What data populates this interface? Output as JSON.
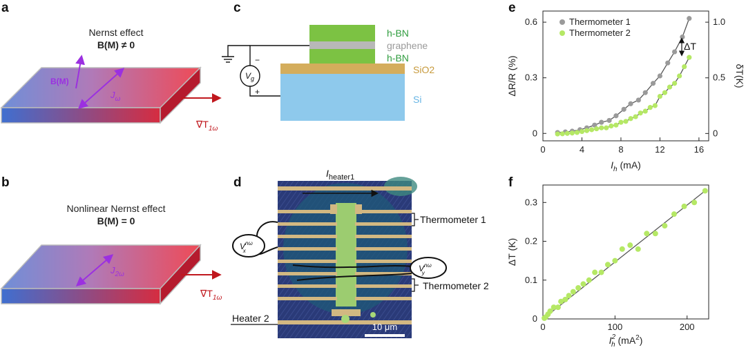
{
  "panels": {
    "a": {
      "label": "a",
      "title": "Nernst effect",
      "condition": "B(M) ≠ 0",
      "field_label": "B(M)",
      "current_label": "J",
      "current_sub": "ω",
      "gradient_label": "∇T",
      "gradient_sub": "1ω"
    },
    "b": {
      "label": "b",
      "title": "Nonlinear Nernst effect",
      "condition": "B(M) = 0",
      "current_label": "J",
      "current_sub": "2ω",
      "gradient_label": "∇T",
      "gradient_sub": "1ω"
    },
    "c": {
      "label": "c",
      "layers": [
        "h-BN",
        "graphene",
        "h-BN",
        "SiO2",
        "Si"
      ],
      "gate_label": "V",
      "gate_sub": "g",
      "minus": "−",
      "plus": "+"
    },
    "d": {
      "label": "d",
      "heater_current": "I",
      "heater_sub": "heater1",
      "thermometer1": "Thermometer 1",
      "thermometer2": "Thermometer 2",
      "heater2": "Heater 2",
      "scale_bar": "10 μm",
      "vx_label": "V",
      "vx_sub": "x",
      "vx_sup": "nω",
      "vy_label": "V",
      "vy_sub": "y",
      "vy_sup": "nω"
    }
  },
  "colors": {
    "gray_series": "#9a9a9a",
    "green_series": "#b5e865",
    "fit_line": "#555555",
    "hbn": "#7cc243",
    "graphene": "#b8b8b8",
    "sio2": "#d4ad5c",
    "si": "#8ec9ec",
    "arrow_red": "#c0171d",
    "arrow_purple": "#9b30e0"
  },
  "chart_data": [
    {
      "panel": "e",
      "type": "scatter",
      "xlabel": "I_h (mA)",
      "ylabel": "ΔR/R (%)",
      "y2label": "δT(K)",
      "xlim": [
        0,
        17
      ],
      "ylim": [
        -0.04,
        0.66
      ],
      "y2lim": [
        -0.066,
        1.1
      ],
      "xticks": [
        0,
        4,
        8,
        12,
        16
      ],
      "yticks": [
        0,
        0.3,
        0.6
      ],
      "y2ticks": [
        0,
        0.5,
        1.0
      ],
      "legend_position": "top-left",
      "annotation": "ΔT",
      "series": [
        {
          "name": "Thermometer 1",
          "color": "#9a9a9a",
          "x": [
            1.5,
            2.3,
            3.0,
            3.8,
            4.5,
            5.3,
            6.0,
            6.8,
            7.5,
            8.3,
            9.0,
            9.8,
            10.5,
            11.3,
            12.0,
            12.8,
            13.5,
            14.3,
            15.0
          ],
          "y": [
            0.005,
            0.008,
            0.012,
            0.02,
            0.03,
            0.045,
            0.06,
            0.07,
            0.095,
            0.13,
            0.16,
            0.18,
            0.22,
            0.27,
            0.31,
            0.38,
            0.44,
            0.52,
            0.62
          ]
        },
        {
          "name": "Thermometer 2",
          "color": "#b5e865",
          "x": [
            1.5,
            2.0,
            2.5,
            3.0,
            3.5,
            4.0,
            4.5,
            5.0,
            5.5,
            6.0,
            6.5,
            7.0,
            7.5,
            8.0,
            8.5,
            9.0,
            9.5,
            10.0,
            10.5,
            11.0,
            11.5,
            12.0,
            12.5,
            13.0,
            13.5,
            14.0,
            14.5,
            15.0
          ],
          "y": [
            -0.003,
            -0.002,
            0.0,
            0.002,
            0.005,
            0.01,
            0.015,
            0.02,
            0.025,
            0.03,
            0.03,
            0.04,
            0.045,
            0.06,
            0.065,
            0.08,
            0.09,
            0.11,
            0.12,
            0.14,
            0.15,
            0.2,
            0.22,
            0.25,
            0.27,
            0.31,
            0.36,
            0.41
          ]
        }
      ]
    },
    {
      "panel": "f",
      "type": "scatter",
      "xlabel": "I_h^2 (mA^2)",
      "ylabel": "ΔT (K)",
      "xlim": [
        0,
        230
      ],
      "ylim": [
        0,
        0.345
      ],
      "xticks": [
        0,
        100,
        200
      ],
      "yticks": [
        0,
        0.1,
        0.2,
        0.3
      ],
      "fit": {
        "x": [
          0,
          225
        ],
        "y": [
          0,
          0.33
        ]
      },
      "series": [
        {
          "color": "#b5e865",
          "x": [
            2,
            4,
            7,
            10,
            15,
            21,
            25,
            31,
            36,
            42,
            49,
            56,
            64,
            72,
            81,
            90,
            100,
            110,
            121,
            132,
            144,
            156,
            169,
            182,
            196,
            210,
            225
          ],
          "y": [
            0.002,
            0.005,
            0.012,
            0.02,
            0.03,
            0.03,
            0.045,
            0.05,
            0.06,
            0.07,
            0.08,
            0.09,
            0.1,
            0.12,
            0.12,
            0.14,
            0.15,
            0.18,
            0.19,
            0.18,
            0.22,
            0.22,
            0.24,
            0.27,
            0.29,
            0.3,
            0.33
          ]
        }
      ]
    }
  ]
}
